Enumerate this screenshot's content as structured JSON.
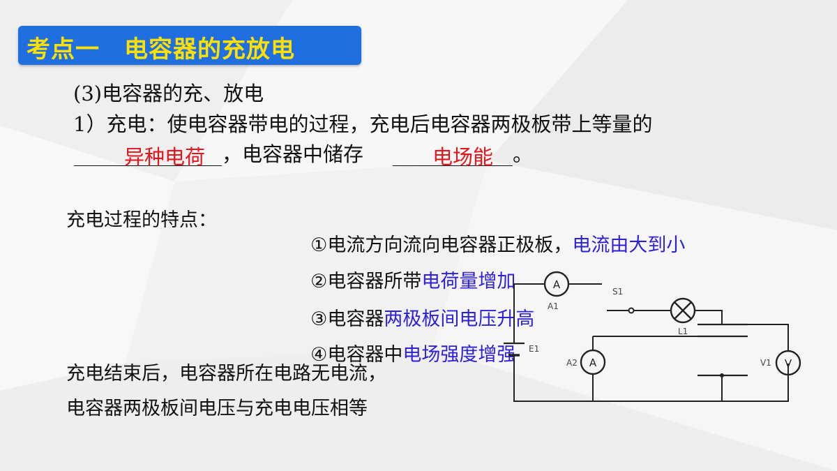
{
  "title": "考点一　电容器的充放电",
  "section": {
    "heading": "(3)电容器的充、放电",
    "charging_line1": "1）充电：使电容器带电的过程，充电后电容器两极板带上等量的",
    "answer1": "异种电荷",
    "charging_mid": "，电容器中储存",
    "answer2": "电场能",
    "charging_end": "。"
  },
  "features": {
    "label": "充电过程的特点：",
    "items": [
      {
        "plain": "①电流方向流向电容器正极板，",
        "highlight": "电流由大到小"
      },
      {
        "plain": "②电容器所带",
        "highlight": "电荷量增加"
      },
      {
        "plain": "③电容器",
        "highlight": "两极板间电压升高"
      },
      {
        "plain": "④电容器中",
        "highlight": "电场强度增强"
      }
    ]
  },
  "conclusion": {
    "line1": "充电结束后，电容器所在电路无电流，",
    "line2": "电容器两极板间电压与充电电压相等"
  },
  "circuit": {
    "labels": {
      "a1": "A1",
      "a2": "A2",
      "s1": "S1",
      "l1": "L1",
      "e1": "E1",
      "v1": "V1",
      "ammeter_symbol": "A",
      "voltmeter_symbol": "V"
    }
  },
  "colors": {
    "title_bg": "#1f6fe0",
    "title_text": "#ffe100",
    "answer_red": "#e4161b",
    "highlight_blue": "#2e1fd8"
  }
}
